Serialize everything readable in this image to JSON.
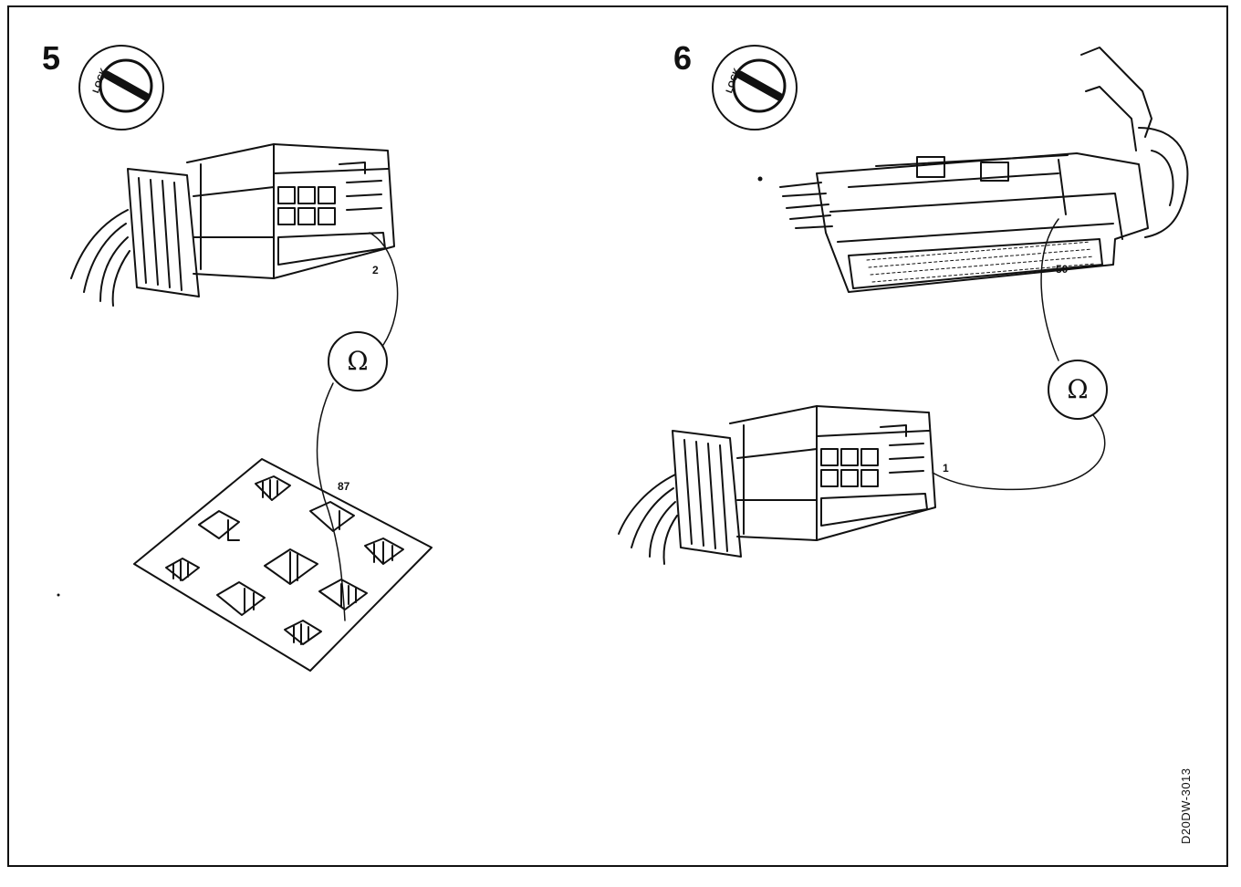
{
  "steps": [
    {
      "number": "5",
      "lock_label": "LOCK",
      "pin_a": "2",
      "pin_b": "87",
      "meter_symbol": "Ω"
    },
    {
      "number": "6",
      "lock_label": "LOCK",
      "pin_a": "50",
      "pin_b": "1",
      "meter_symbol": "Ω"
    }
  ],
  "drawing_ref": "D20DW-3013",
  "icons": [
    "ignition-lock-icon",
    "ohmmeter-icon"
  ]
}
